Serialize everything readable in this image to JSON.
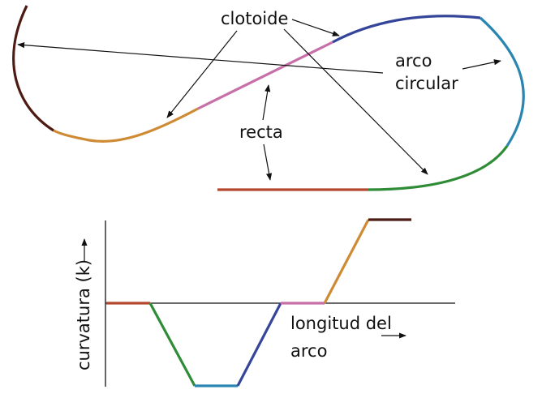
{
  "labels": {
    "clotoide": "clotoide",
    "arco_line1": "arco",
    "arco_line2": "circular",
    "recta": "recta",
    "ylabel": "curvatura (k)",
    "xlabel_line1": "longitud del",
    "xlabel_line2": "arco"
  },
  "colors": {
    "recta": "#b5472e",
    "clotoide_green": "#2e8b36",
    "arco_teal": "#2a86b0",
    "clotoide_navy": "#35469a",
    "recta_pink": "#c66fa8",
    "clotoide_orange": "#cf8a34",
    "arco_brown": "#4e1b14"
  },
  "curvature_profile": {
    "sequence": [
      "recta",
      "clotoide",
      "arco circular",
      "clotoide",
      "recta",
      "clotoide",
      "arco circular"
    ],
    "curvature": [
      0,
      "0 → -k",
      "-k",
      "-k → 0",
      0,
      "0 → +k",
      "+k"
    ]
  }
}
